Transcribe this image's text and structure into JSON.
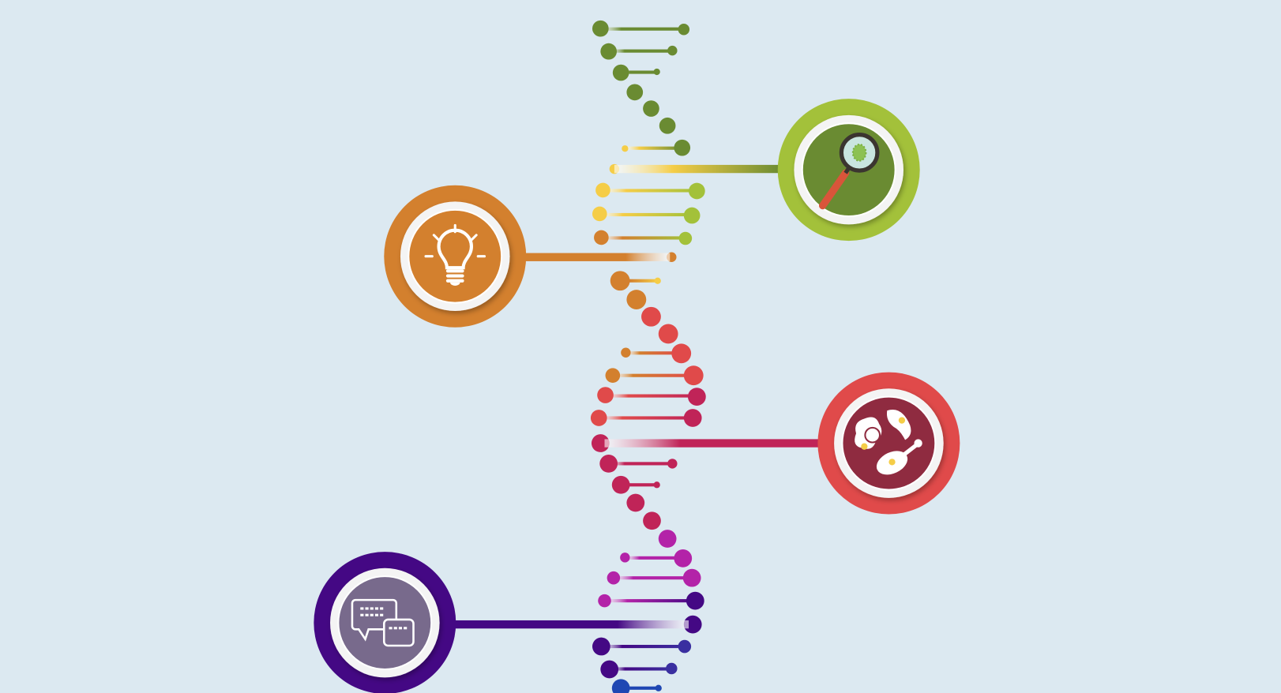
{
  "background": "#dce9f1",
  "palette": {
    "dark_green": "#6a8b32",
    "light_green": "#a3c13a",
    "yellow": "#f5cd47",
    "orange": "#d3802e",
    "red": "#e04a4a",
    "crimson": "#c02458",
    "magenta": "#b323a8",
    "purple": "#440884",
    "indigo": "#3a2fa0",
    "blue": "#1f47b3"
  },
  "nodes": [
    {
      "name": "research-node",
      "icon": "magnifier-bacteria-icon",
      "ring": "#a3c13a",
      "inner": "#6a8b32",
      "bar": "#6a8b32"
    },
    {
      "name": "idea-node",
      "icon": "lightbulb-icon",
      "ring": "#d3802e",
      "inner": "#d3802e",
      "bar": "#d3802e"
    },
    {
      "name": "food-node",
      "icon": "food-icon",
      "ring": "#e04a4a",
      "inner": "#8f2b40",
      "bar": "#c02458"
    },
    {
      "name": "communication-node",
      "icon": "chat-bubbles-icon",
      "ring": "#440884",
      "inner": "#786a8c",
      "bar": "#440884"
    }
  ]
}
